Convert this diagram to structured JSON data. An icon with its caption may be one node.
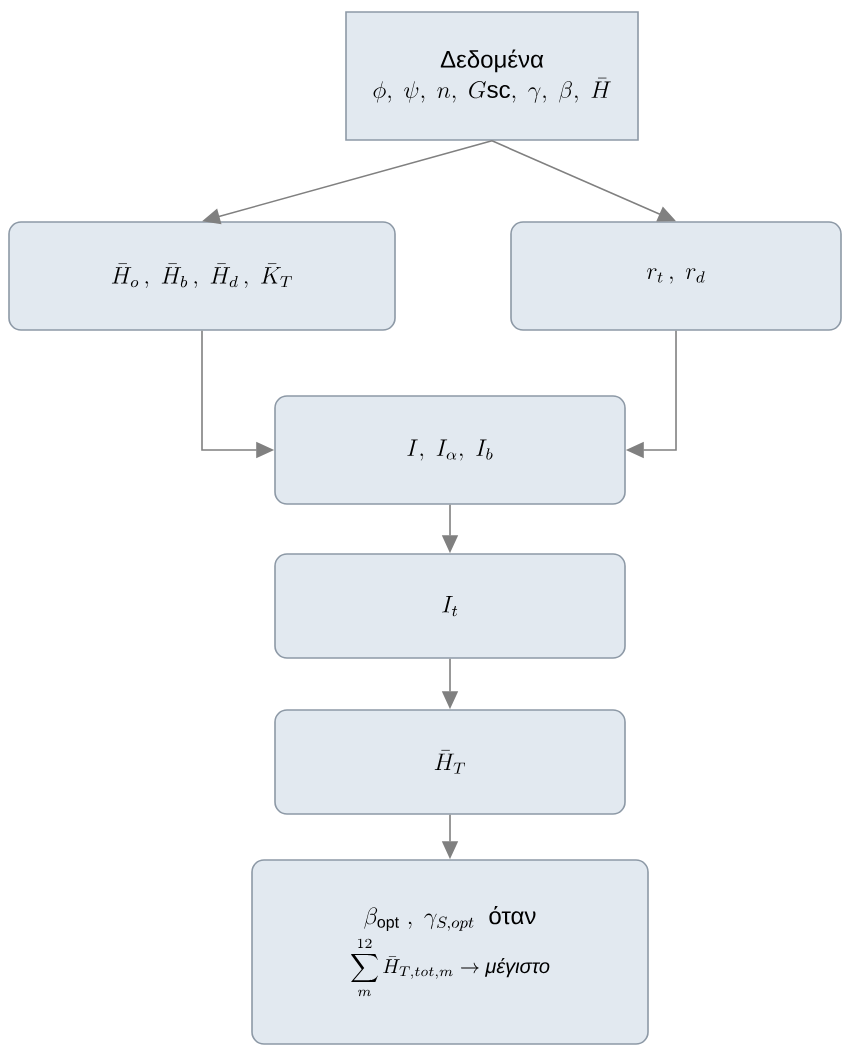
{
  "diagram": {
    "nodes": [
      {
        "text": [
          "Δεδομένα",
          "\\phi,\\ \\psi,\\ n,\\ G\\mathrm{sc},\\ \\gamma,\\ \\beta,\\ \\bar{H}"
        ]
      },
      {
        "text": [
          "\\bar{H}_o\\,,\\ \\bar{H}_b\\,,\\ \\bar{H}_d\\,,\\ \\bar{K}_T"
        ]
      },
      {
        "text": [
          "r_t\\,,\\ r_d"
        ]
      },
      {
        "text": [
          "I,\\ I_{\\alpha},\\ I_b"
        ]
      },
      {
        "text": [
          "I_t"
        ]
      },
      {
        "text": [
          "\\bar{H}_T"
        ]
      },
      {
        "text": [
          "\\beta_{\\mathrm{opt}}\\ ,\\ \\gamma_{S,opt}\\ \\ \\mbox{όταν}",
          "\\sum_{m}^{12}\\bar{H}_{T,tot,m}\\rightarrow\\mbox{\\itshape μέγιστο}"
        ]
      }
    ],
    "edges": [
      {
        "from": 0,
        "to": 1,
        "arrow": "to"
      },
      {
        "from": 0,
        "to": 2,
        "arrow": "to"
      },
      {
        "from": 1,
        "to": 3,
        "arrow": "to"
      },
      {
        "from": 2,
        "to": 3,
        "arrow": "to"
      },
      {
        "from": 3,
        "to": 4,
        "arrow": "to"
      },
      {
        "from": 4,
        "to": 5,
        "arrow": "to"
      },
      {
        "from": 5,
        "to": 6,
        "arrow": "to"
      }
    ]
  }
}
